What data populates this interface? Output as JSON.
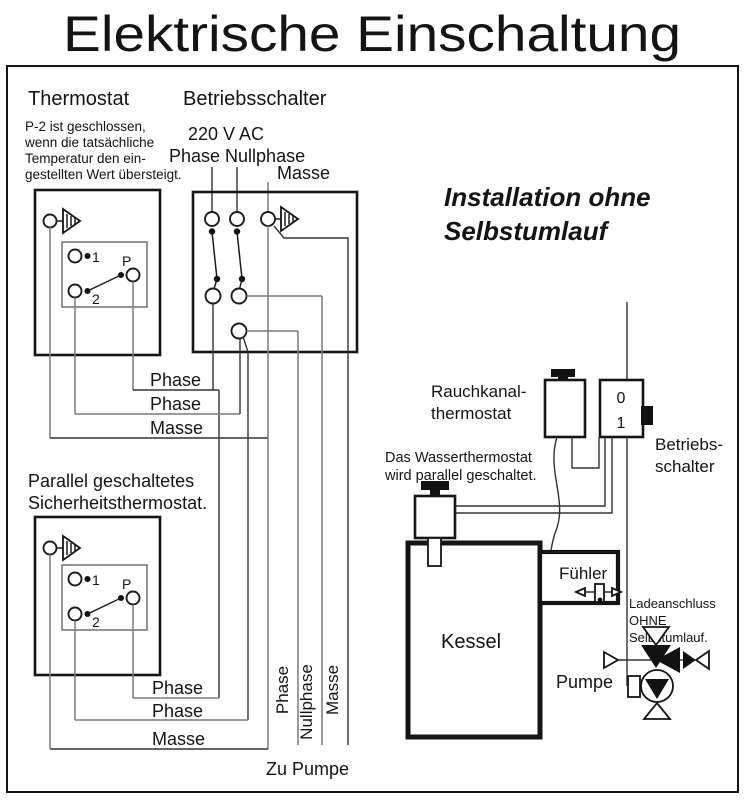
{
  "title": "Elektrische Einschaltung",
  "left": {
    "thermostat_heading": "Thermostat",
    "note_lines": [
      "P-2 ist geschlossen,",
      "wenn die tatsächliche",
      "Temperatur den ein-",
      "gestellten Wert übersteigt."
    ],
    "betriebsschalter_heading": "Betriebsschalter",
    "supply_label": "220 V AC",
    "phase_nullphase_label": "Phase Nullphase",
    "masse_label": "Masse",
    "terminal_1": "1",
    "terminal_p": "P",
    "terminal_2": "2",
    "mid_wire_labels": [
      "Phase",
      "Phase",
      "Masse"
    ],
    "safety_heading_lines": [
      "Parallel geschaltetes",
      "Sicherheitsthermostat."
    ],
    "bottom_wire_labels": [
      "Phase",
      "Phase",
      "Masse"
    ],
    "bus_labels": [
      "Phase",
      "Nullphase",
      "Masse"
    ],
    "zu_pumpe_label": "Zu Pumpe"
  },
  "right": {
    "heading_lines": [
      "Installation ohne",
      "Selbstumlauf"
    ],
    "rauchkanal_label_lines": [
      "Rauchkanal-",
      "thermostat"
    ],
    "betriebsschalter_label_lines": [
      "Betriebs-",
      "schalter"
    ],
    "switch_positions": [
      "0",
      "1"
    ],
    "wasser_note_lines": [
      "Das Wasserthermostat",
      "wird parallel geschaltet."
    ],
    "kessel_label": "Kessel",
    "fuehler_label": "Fühler",
    "ladeanschluss_lines": [
      "Ladeanschluss",
      "OHNE",
      "Selbstumlauf."
    ],
    "pumpe_label": "Pumpe"
  },
  "colors": {
    "ink": "#141414",
    "wire": "#333333",
    "wire_gray": "#7a7a7a",
    "background": "#ffffff"
  }
}
